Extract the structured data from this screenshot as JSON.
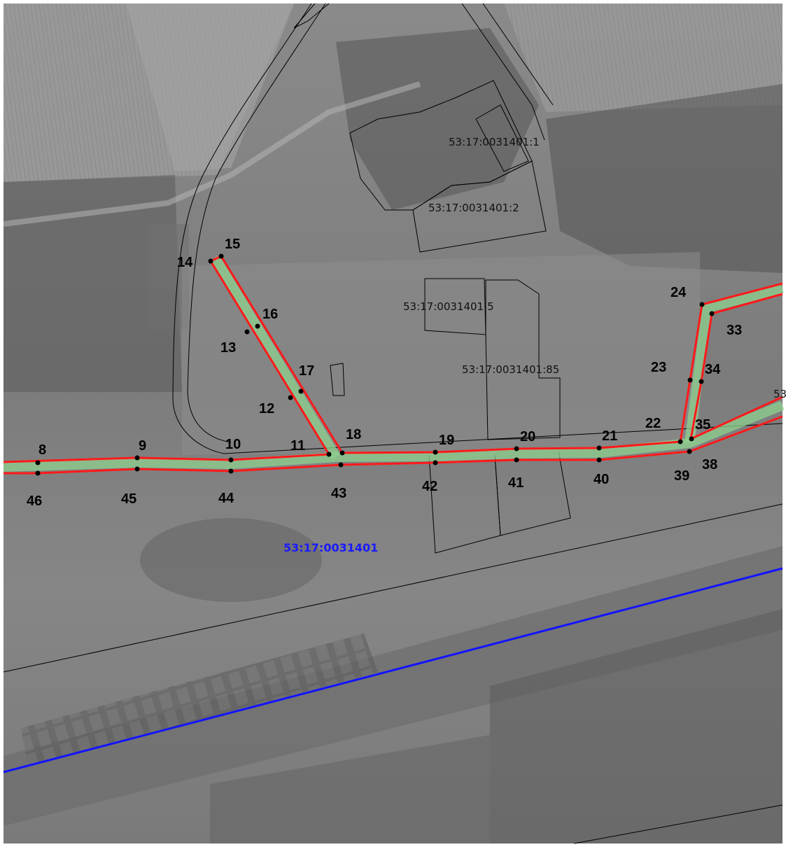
{
  "colors": {
    "corridor_border": "#ff1a1a",
    "corridor_center": "#8fd18f",
    "railway_line": "#1414ff",
    "parcel_boundary": "#000000",
    "block_label": "#1a1aff",
    "point_marker": "#000000"
  },
  "block": {
    "label": "53:17:0031401"
  },
  "parcels": [
    {
      "id": "p1",
      "label": "53:17:0031401:1"
    },
    {
      "id": "p2",
      "label": "53:17:0031401:2"
    },
    {
      "id": "p5",
      "label": "53:17:0031401:5"
    },
    {
      "id": "p85",
      "label": "53:17:0031401:85"
    },
    {
      "id": "p-cut",
      "label": "53"
    }
  ],
  "points": [
    {
      "num": "8"
    },
    {
      "num": "9"
    },
    {
      "num": "10"
    },
    {
      "num": "11"
    },
    {
      "num": "12"
    },
    {
      "num": "13"
    },
    {
      "num": "14"
    },
    {
      "num": "15"
    },
    {
      "num": "16"
    },
    {
      "num": "17"
    },
    {
      "num": "18"
    },
    {
      "num": "19"
    },
    {
      "num": "20"
    },
    {
      "num": "21"
    },
    {
      "num": "22"
    },
    {
      "num": "23"
    },
    {
      "num": "24"
    },
    {
      "num": "33"
    },
    {
      "num": "34"
    },
    {
      "num": "35"
    },
    {
      "num": "38"
    },
    {
      "num": "39"
    },
    {
      "num": "40"
    },
    {
      "num": "41"
    },
    {
      "num": "42"
    },
    {
      "num": "43"
    },
    {
      "num": "44"
    },
    {
      "num": "45"
    },
    {
      "num": "46"
    }
  ]
}
